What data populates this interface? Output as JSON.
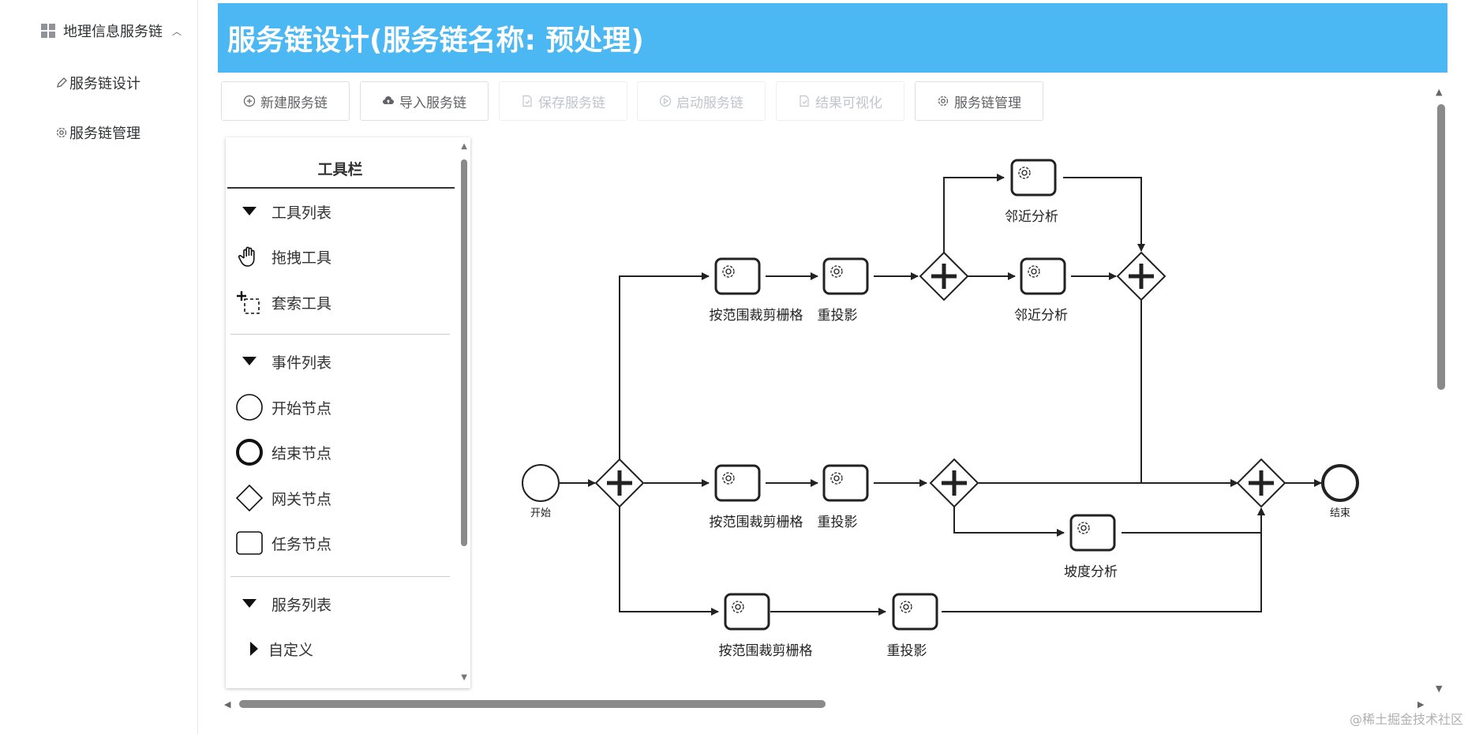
{
  "sidebar": {
    "group_label": "地理信息服务链",
    "items": [
      {
        "label": "服务链设计",
        "icon": "edit-icon"
      },
      {
        "label": "服务链管理",
        "icon": "gear-icon"
      }
    ]
  },
  "header": {
    "title": "服务链设计(服务链名称: 预处理)"
  },
  "toolbar": {
    "buttons": [
      {
        "label": "新建服务链",
        "icon": "plus-circle-icon",
        "disabled": false
      },
      {
        "label": "导入服务链",
        "icon": "cloud-upload-icon",
        "disabled": false
      },
      {
        "label": "保存服务链",
        "icon": "document-icon",
        "disabled": true
      },
      {
        "label": "启动服务链",
        "icon": "play-circle-icon",
        "disabled": true
      },
      {
        "label": "结果可视化",
        "icon": "document-icon",
        "disabled": true
      },
      {
        "label": "服务链管理",
        "icon": "gear-icon",
        "disabled": false
      }
    ]
  },
  "palette": {
    "title": "工具栏",
    "tools_header": "工具列表",
    "tools": [
      "拖拽工具",
      "套索工具"
    ],
    "events_header": "事件列表",
    "events": [
      "开始节点",
      "结束节点",
      "网关节点",
      "任务节点"
    ],
    "services_header": "服务列表",
    "services": [
      "自定义"
    ]
  },
  "diagram": {
    "start_label": "开始",
    "end_label": "结束",
    "tasks": {
      "t1": "按范围裁剪栅格",
      "t2": "重投影",
      "t3": "邻近分析",
      "t4": "邻近分析",
      "t5": "按范围裁剪栅格",
      "t6": "重投影",
      "t7": "坡度分析",
      "t8": "按范围裁剪栅格",
      "t9": "重投影"
    }
  },
  "watermark": "@稀土掘金技术社区",
  "colors": {
    "header_bg": "#4cb8f3",
    "disabled_text": "#c0c4cc"
  }
}
